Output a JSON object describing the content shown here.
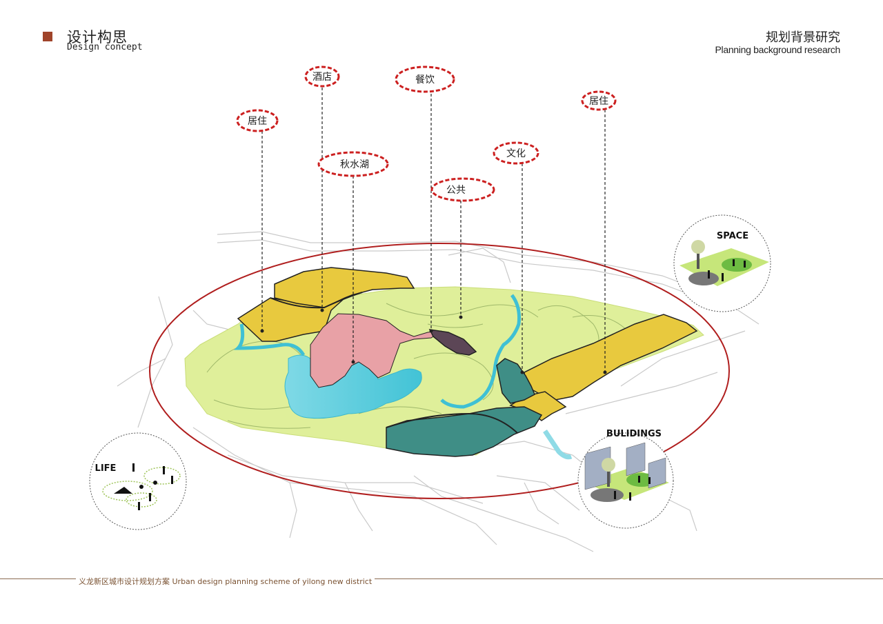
{
  "header": {
    "title_cn": "设计构思",
    "title_en": "Design concept",
    "section_cn": "规划背景研究",
    "section_en": "Planning background research"
  },
  "labels": {
    "hotel": "酒店",
    "dining": "餐饮",
    "residence_left": "居住",
    "residence_right": "居住",
    "lake": "秋水湖",
    "culture": "文化",
    "public": "公共"
  },
  "callouts": {
    "space": "SPACE",
    "life": "LIFE",
    "buildings": "BULIDINGS"
  },
  "footer": {
    "text": "义龙新区城市设计规划方案  Urban design planning scheme of yilong new district"
  },
  "colors": {
    "accent": "#a0442a",
    "label_ring": "#cc2020",
    "focus_ellipse": "#b01e1e",
    "residential": "#e8c93e",
    "commercial": "#e8a1a6",
    "dining": "#5c4656",
    "culture_public": "#3f8e86",
    "park": "#dfef9a",
    "water": "#63d0e0"
  }
}
